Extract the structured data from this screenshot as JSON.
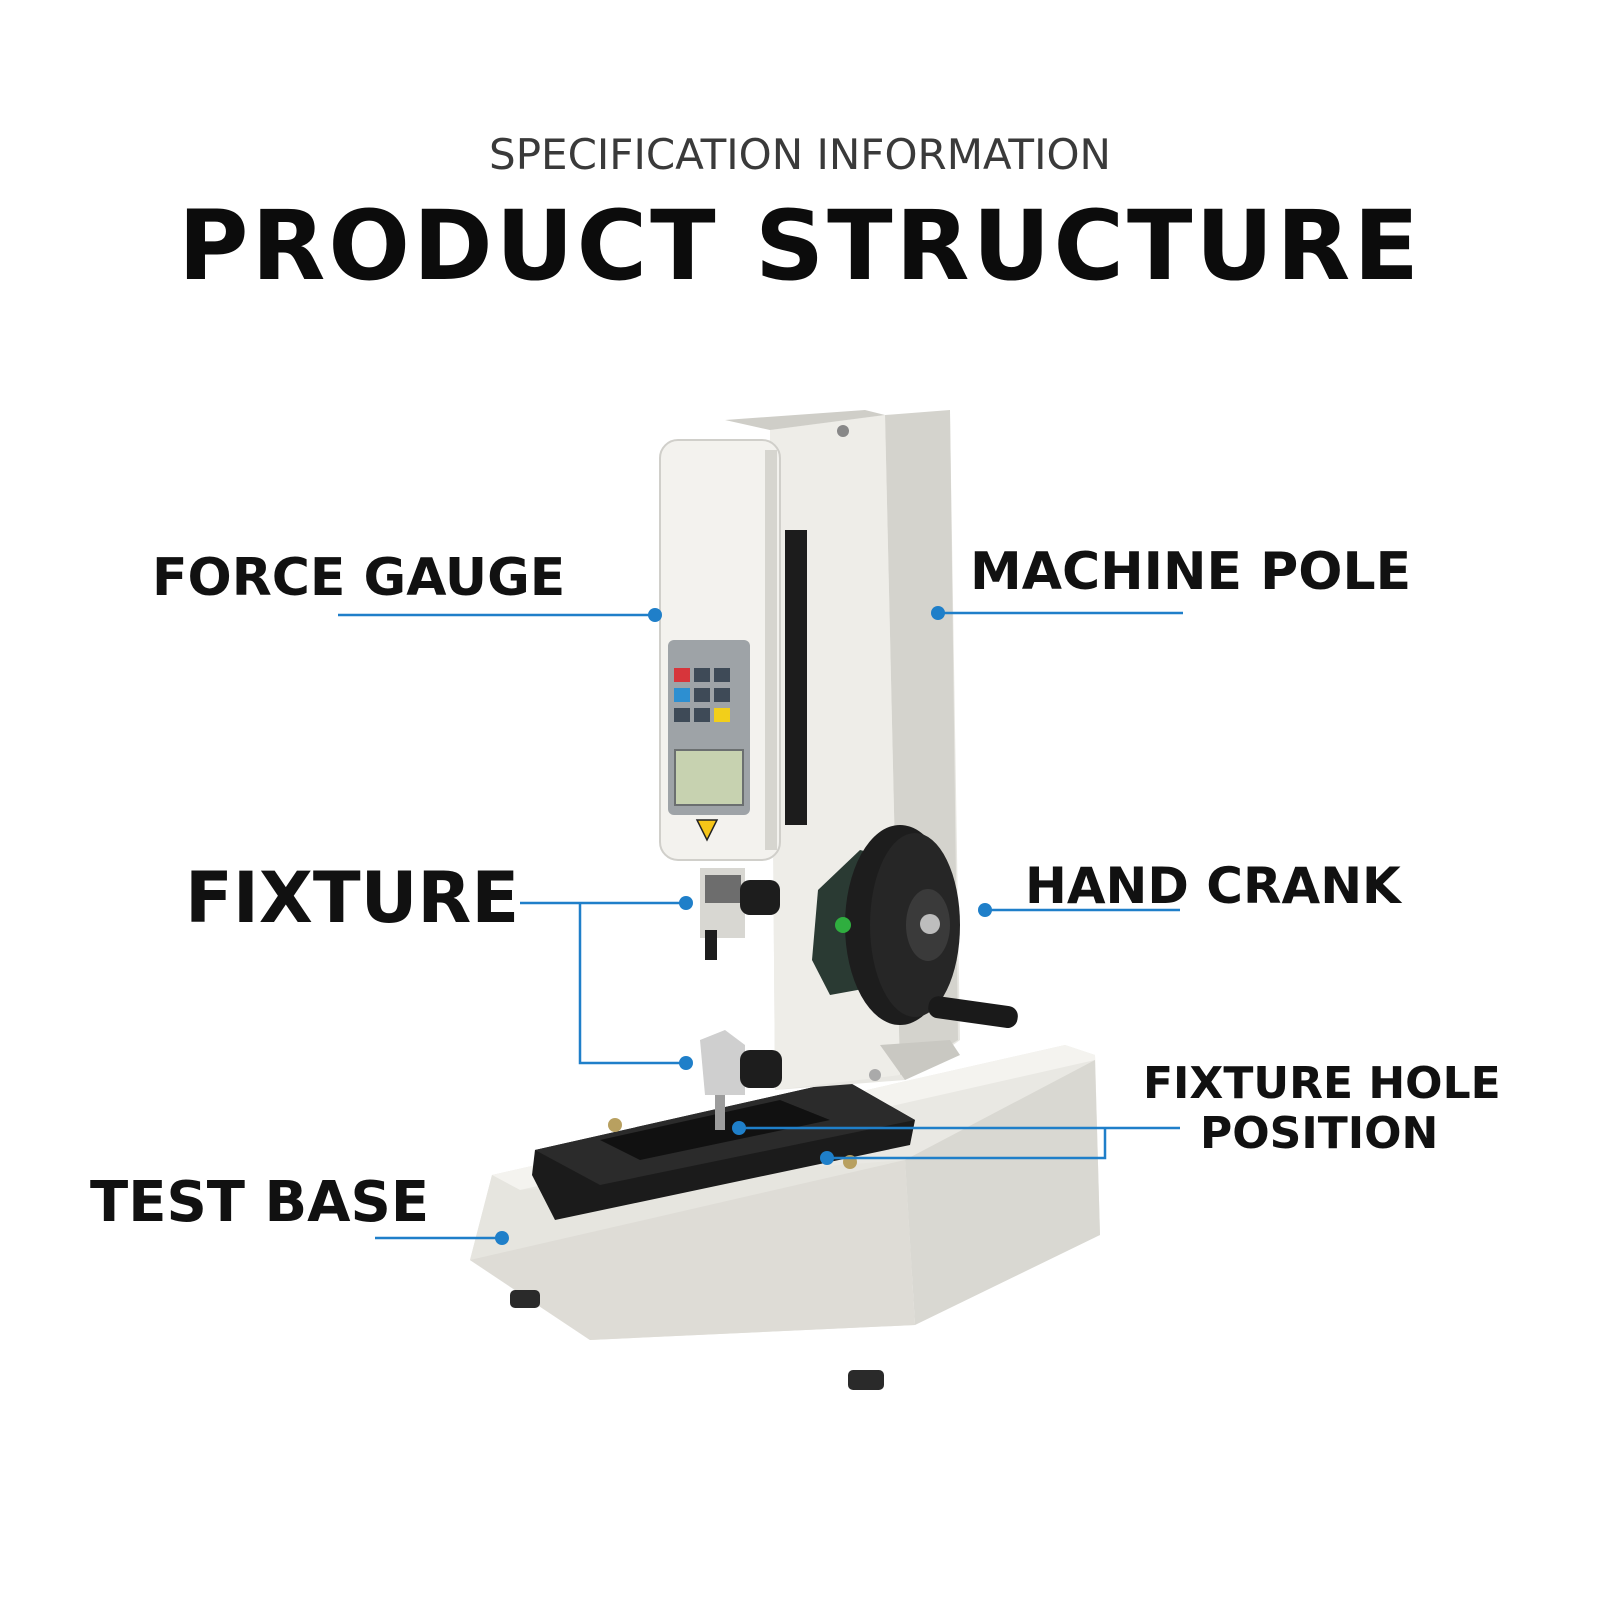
{
  "header": {
    "subtitle": "SPECIFICATION INFORMATION",
    "title": "PRODUCT STRUCTURE"
  },
  "labels": {
    "force_gauge": "FORCE GAUGE",
    "machine_pole": "MACHINE POLE",
    "fixture": "FIXTURE",
    "hand_crank": "HAND CRANK",
    "fixture_hole_position_line1": "FIXTURE HOLE",
    "fixture_hole_position_line2": "POSITION",
    "test_base": "TEST BASE"
  },
  "colors": {
    "callout": "#1f7fc9",
    "machine_body": "#ecebe6",
    "machine_shadow": "#c9c8c2",
    "plate": "#1a1a1a"
  }
}
